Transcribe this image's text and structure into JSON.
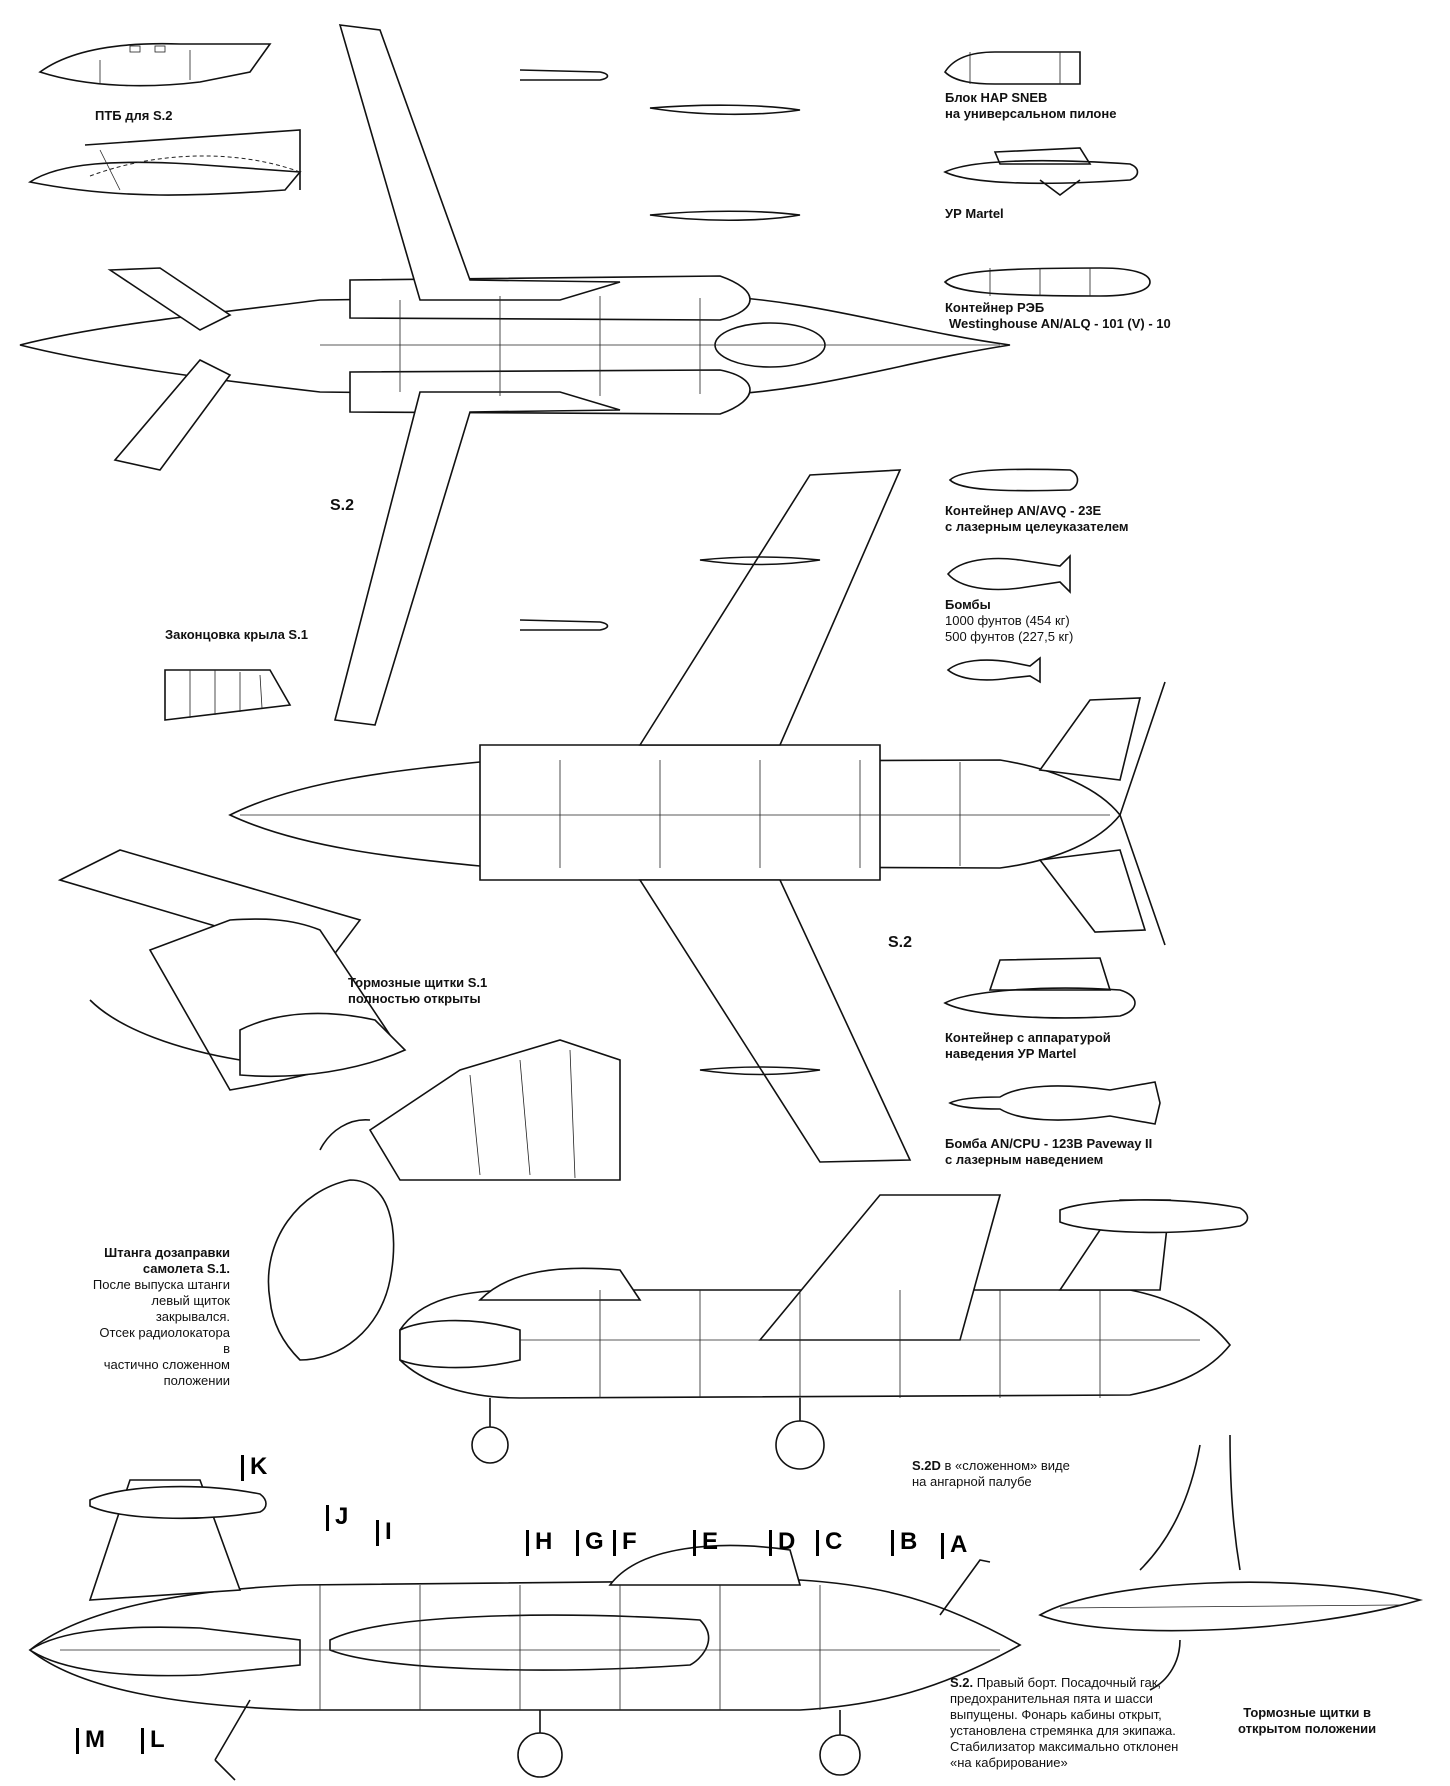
{
  "labels": {
    "ptb": "ПТБ для S.2",
    "hap1": "Блок HAP SNEB",
    "hap2": "на универсальном пилоне",
    "martel": "УР  Martel",
    "reb1": "Контейнер РЭБ",
    "reb2": "Westinghouse AN/ALQ - 101 (V) - 10",
    "avq1": "Контейнер AN/AVQ - 23E",
    "avq2": "с лазерным целеуказателем",
    "bombs_title": "Бомбы",
    "bombs_1000": "1000 фунтов (454 кг)",
    "bombs_500": "500 фунтов (227,5 кг)",
    "wingtip_s1": "Законцовка крыла S.1",
    "s2_top": "S.2",
    "s2_bottom": "S.2",
    "brakes_s1_1": "Тормозные  щитки S.1",
    "brakes_s1_2": "полностью открыты",
    "martel_pod1": "Контейнер  с  аппаратурой",
    "martel_pod2": "наведения УР Martel",
    "paveway1": "Бомба AN/CPU - 123B Paveway II",
    "paveway2": "с лазерным наведением",
    "probe_title1": "Штанга дозаправки",
    "probe_title2": "самолета S.1.",
    "probe_text1": "После выпуска штанги",
    "probe_text2": "левый щиток закрывался.",
    "probe_text3": "Отсек радиолокатора в",
    "probe_text4": "частично сложенном",
    "probe_text5": "положении",
    "s2d_bold": "S.2D",
    "s2d_text1": " в «сложенном» виде",
    "s2d_text2": "на ангарной палубе",
    "brakes_open1": "Тормозные щитки в",
    "brakes_open2": "открытом положении",
    "s2_side_bold": "S.2.",
    "s2_side_text1": " Правый борт. Посадочный гак,",
    "s2_side_text2": "предохранительная пята и шасси",
    "s2_side_text3": "выпущены. Фонарь кабины открыт,",
    "s2_side_text4": "установлена стремянка для экипажа.",
    "s2_side_text5": "Стабилизатор максимально отклонен",
    "s2_side_text6": "«на кабрирование»"
  },
  "stations": [
    "K",
    "J",
    "I",
    "H",
    "G",
    "F",
    "E",
    "D",
    "C",
    "B",
    "A",
    "M",
    "L"
  ]
}
